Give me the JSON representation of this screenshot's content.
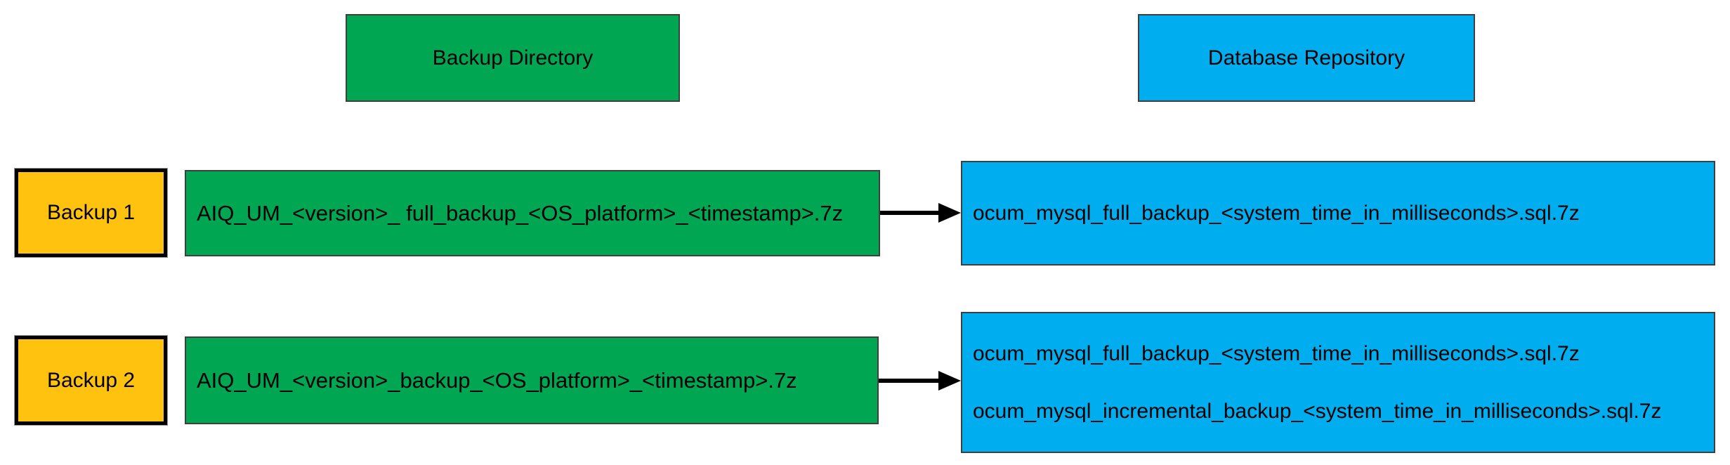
{
  "colors": {
    "green": "#00A651",
    "blue": "#00AEEF",
    "orange": "#FFC20E",
    "box_border": "#3F3F3F",
    "arrow": "#000000"
  },
  "headers": {
    "backup_directory": "Backup Directory",
    "database_repository": "Database Repository"
  },
  "rows": [
    {
      "label": "Backup 1",
      "backup_file": "AIQ_UM_<version>_ full_backup_<OS_platform>_<timestamp>.7z",
      "repo_files": [
        "ocum_mysql_full_backup_<system_time_in_milliseconds>.sql.7z"
      ]
    },
    {
      "label": "Backup 2",
      "backup_file": "AIQ_UM_<version>_backup_<OS_platform>_<timestamp>.7z",
      "repo_files": [
        "ocum_mysql_full_backup_<system_time_in_milliseconds>.sql.7z",
        "ocum_mysql_incremental_backup_<system_time_in_milliseconds>.sql.7z"
      ]
    }
  ]
}
